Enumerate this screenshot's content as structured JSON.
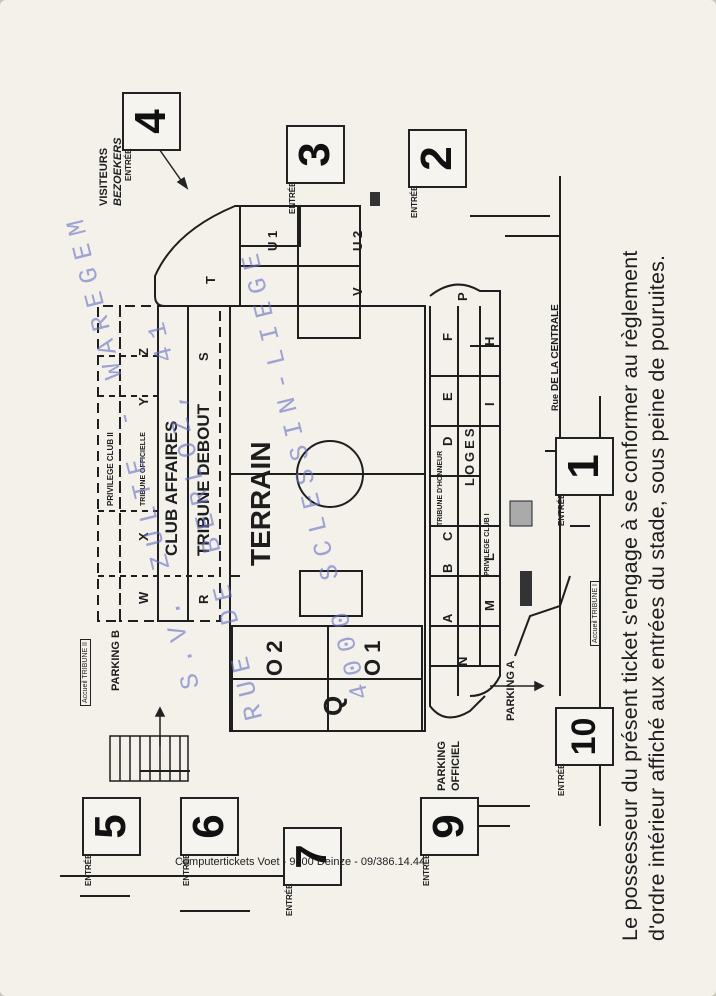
{
  "ticket": {
    "notice_line1": "Le possesseur du présent ticket s'engage à se conformer au règlement",
    "notice_line2": "d'ordre intérieur affiché aux entrées du stade, sous peine de pouruites.",
    "printer": "Computertickets Voet - 9800 Deinze - 09/386.14.44"
  },
  "entrance_label": "ENTRÉE",
  "gates": [
    "1",
    "2",
    "3",
    "4",
    "5",
    "6",
    "7",
    "9",
    "10"
  ],
  "map": {
    "field": "TERRAIN",
    "club_affaires": "CLUB AFFAIRES",
    "tribune_debout": "TRIBUNE DEBOUT",
    "loges": "LOGES",
    "privilege_club_ii": "PRIVILEGE CLUB II",
    "tribune_officielle": "TRIBUNE OFFICIELLE",
    "tribune_honneur": "TRIBUNE D'HONNEUR",
    "privilege_club_i": "PRIVILEGE CLUB I",
    "visiteurs": "VISITEURS",
    "bezoekers": "BEZOEKERS",
    "parking_a": "PARKING A",
    "parking_b": "PARKING B",
    "parking_officiel_1": "PARKING",
    "parking_officiel_2": "OFFICIEL",
    "accueil_tribune_i": "Accueil TRIBUNE I",
    "accueil_tribune_ii": "Accueil TRIBUNE II",
    "rue_label": "Rue",
    "rue_name": "DE LA CENTRALE"
  },
  "blocks": {
    "A": "A",
    "B": "B",
    "C": "C",
    "D": "D",
    "E": "E",
    "F": "F",
    "P": "P",
    "N": "N",
    "M": "M",
    "L": "L",
    "I": "I",
    "H": "H",
    "W": "W",
    "X": "X",
    "Y": "Y",
    "Z": "Z",
    "R": "R",
    "S": "S",
    "T": "T",
    "U1": "U 1",
    "U2": "U 2",
    "V": "V",
    "O1": "O 1",
    "O2": "O 2",
    "Q": "Q"
  },
  "stamp": {
    "line1": "S.V. ZULTE - WAREGEM",
    "line2": "RUE DE BERLOZ, 41",
    "line3": "4000 SCLESSIN-LIEGE"
  }
}
